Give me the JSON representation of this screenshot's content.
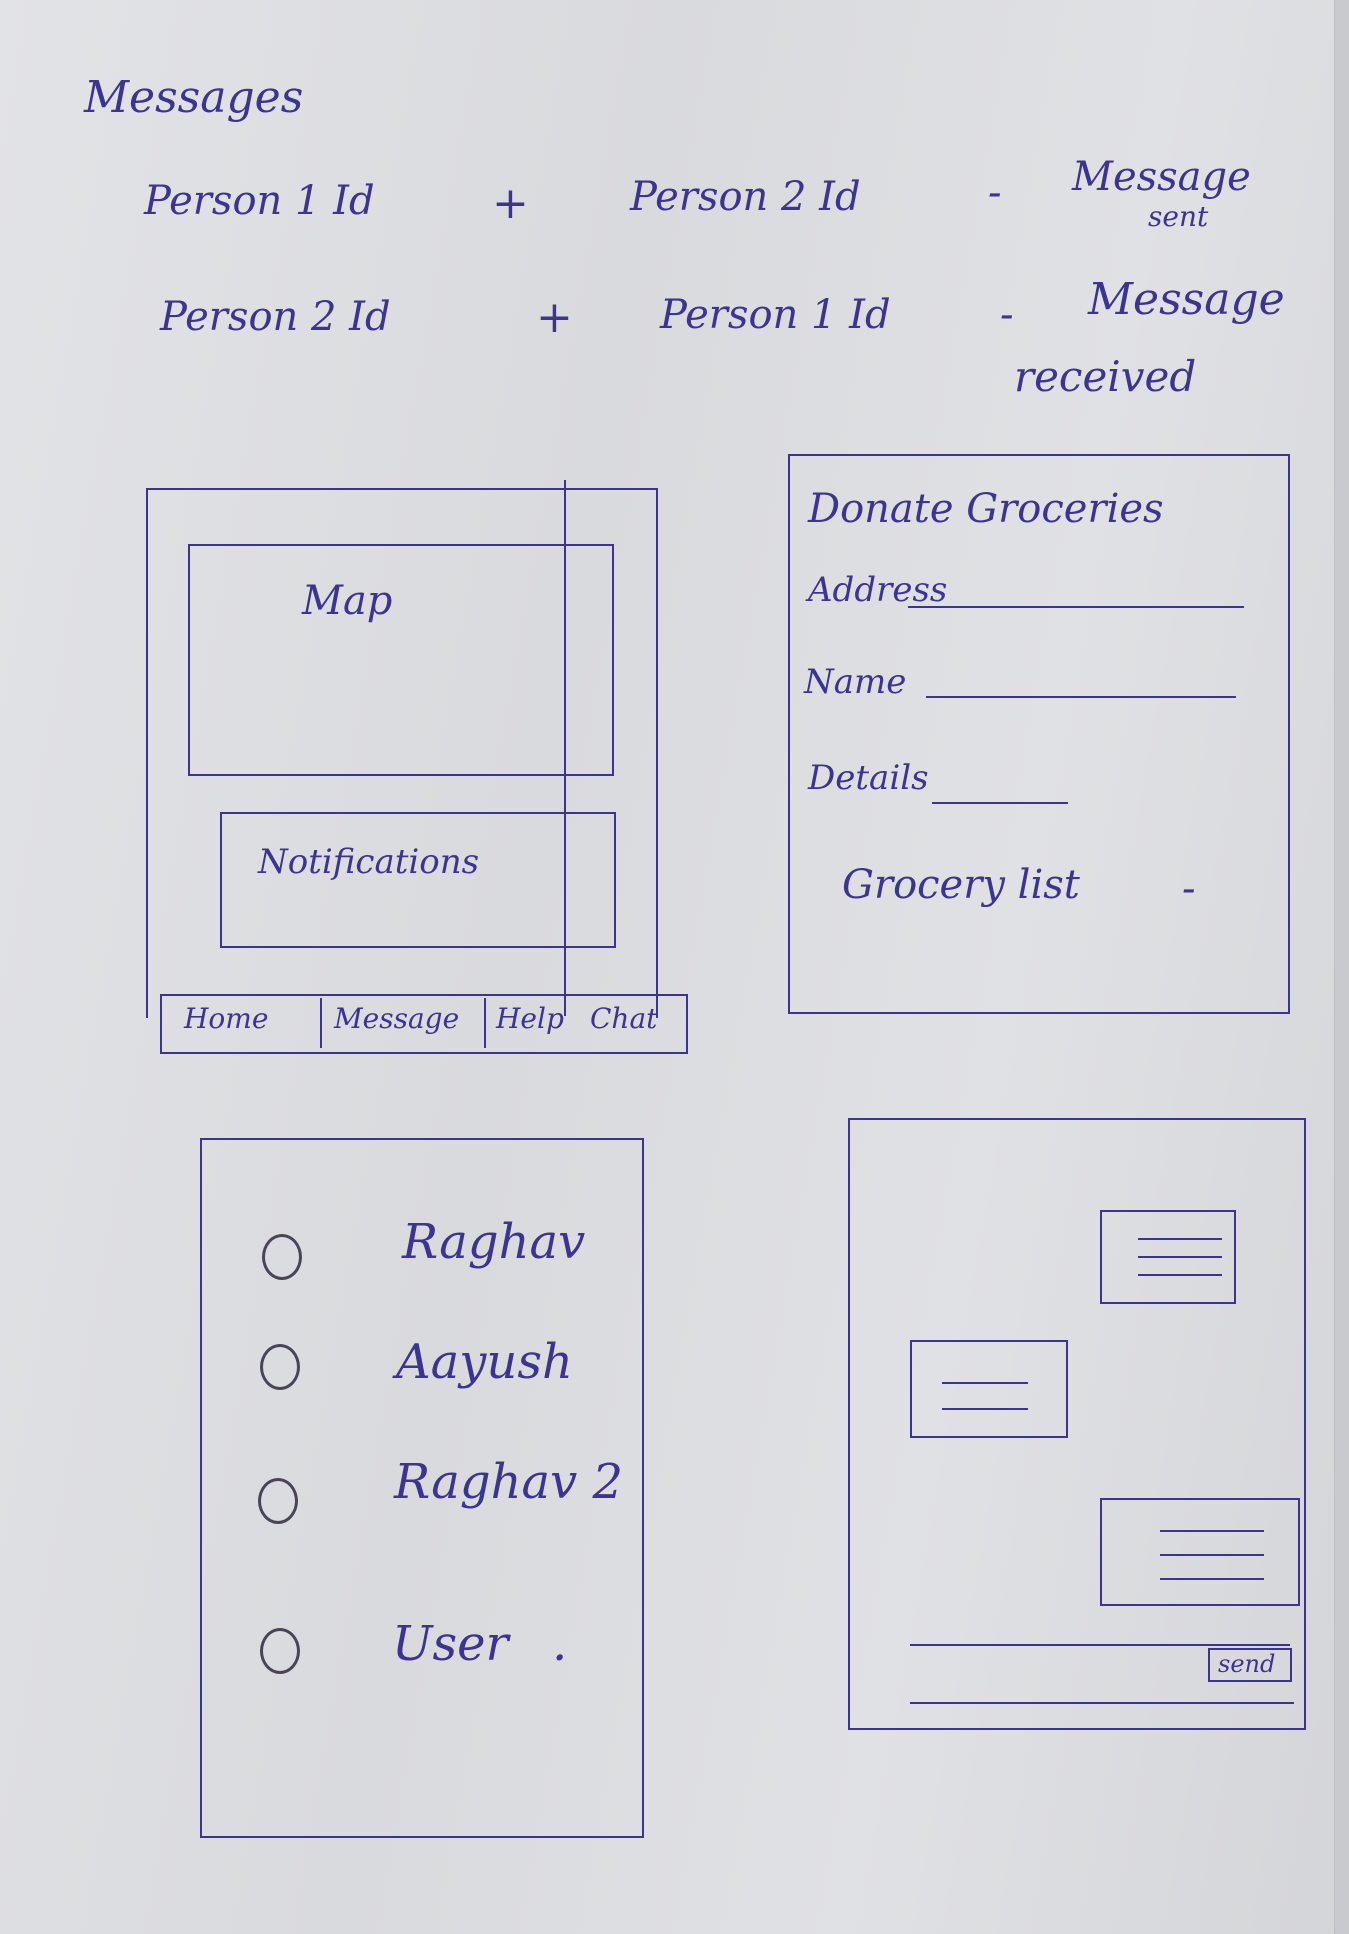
{
  "header": {
    "title": "Messages"
  },
  "message_rules": [
    {
      "left": "Person 1 Id",
      "plus": "+",
      "right": "Person 2 Id",
      "dash": "-",
      "result_line1": "Message",
      "result_line2": "sent"
    },
    {
      "left": "Person 2 Id",
      "plus": "+",
      "right": "Person 1 Id",
      "dash": "-",
      "result_line1": "Message",
      "result_line2": "received"
    }
  ],
  "home_screen": {
    "map_label": "Map",
    "notifications_label": "Notifications",
    "nav": [
      "Home",
      "Message",
      "Help",
      "Chat"
    ]
  },
  "donate_screen": {
    "title": "Donate Groceries",
    "fields": [
      "Address",
      "Name",
      "Details"
    ],
    "list_label": "Grocery list",
    "list_dash": "-"
  },
  "contacts_screen": {
    "contacts": [
      "Raghav",
      "Aayush",
      "Raghav 2",
      "User"
    ],
    "trailing": "."
  },
  "chat_screen": {
    "send_label": "send"
  },
  "colors": {
    "ink": "#3b3490",
    "paper": "#dcdde0"
  }
}
